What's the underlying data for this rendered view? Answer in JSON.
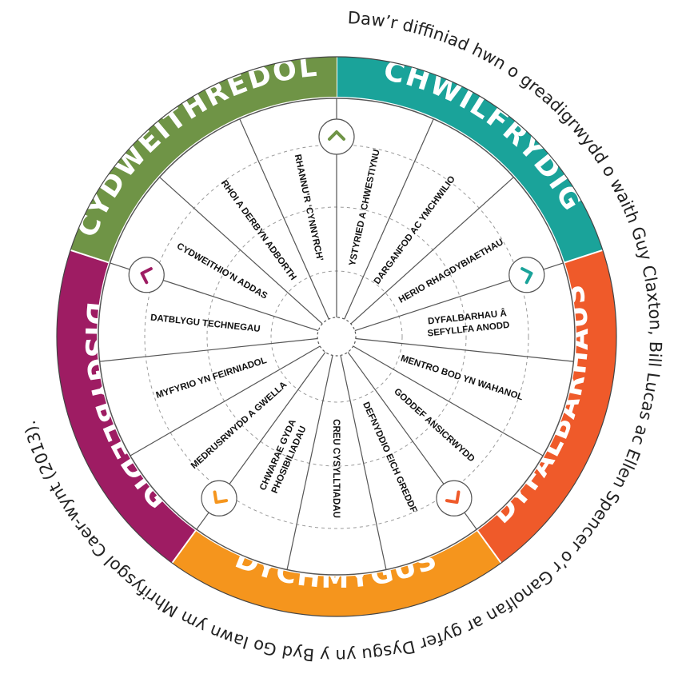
{
  "credit_text": "Daw’r diffiniad hwn o greadigrwydd o waith Guy Claxton, Bill Lucas ac Ellen Spencer o’r Ganolfan ar gyfer Dysgu yn y Byd Go Iawn ym Mhrifysgol Caer-wynt (2013).",
  "segments": [
    {
      "label": "CHWILFRYDIG",
      "color": "#1aa39a",
      "skills": [
        "YSTYRIED A CHWESTIYNU",
        "DARGANFOD AC YMCHWILIO",
        "HERIO RHAGDYBIAETHAU"
      ]
    },
    {
      "label": "DYFALBARHAUS",
      "color": "#ef5a2a",
      "skills": [
        "DYFALBARHAU Â SEFYLLFA ANODD",
        "MENTRO BOD YN WAHANOL",
        "GODDEF ANSICRWYDD"
      ]
    },
    {
      "label": "DYCHMYGUS",
      "color": "#f5951d",
      "skills": [
        "DEFNYDDIO EICH GREDDF",
        "CREU CYSYLLTIADAU",
        "CHWARAE GYDA PHOSIBILIADAU"
      ]
    },
    {
      "label": "DISGYBLEDIG",
      "color": "#9e1c63",
      "skills": [
        "MEDRUSRWYDD A GWELLA",
        "MYFYRIO YN FEIRNIADOL",
        "DATBLYGU TECHNEGAU"
      ]
    },
    {
      "label": "CYDWEITHREDOL",
      "color": "#6f9446",
      "skills": [
        "CYDWEITHIO’N ADDAS",
        "RHOI A DERBYN ADBORTH",
        "RHANNU’R ‘CYNNYRCH’"
      ]
    }
  ]
}
